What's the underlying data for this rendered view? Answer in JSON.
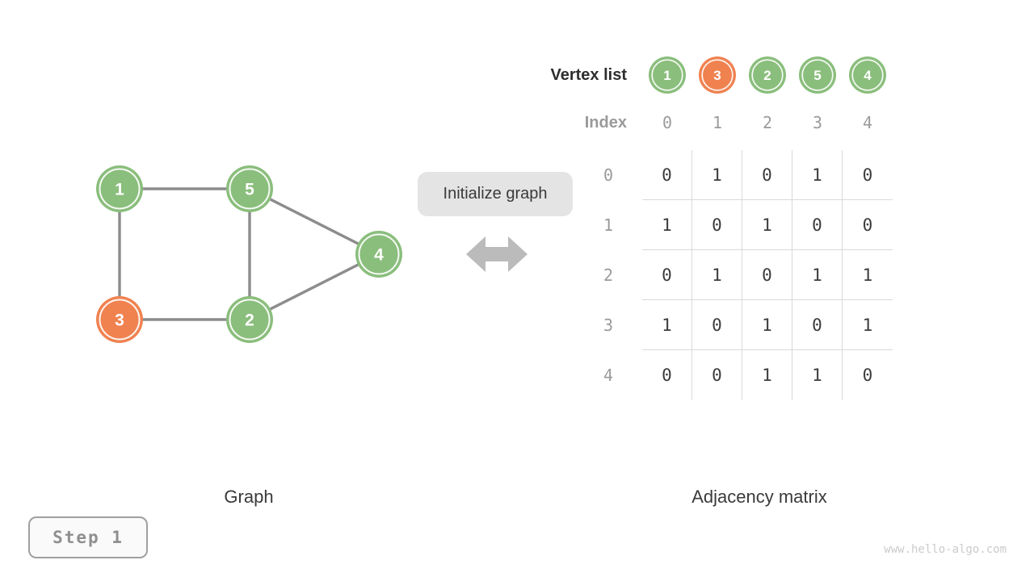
{
  "graph": {
    "caption": "Graph",
    "nodes": [
      {
        "label": "1",
        "fill": "#8abe7c"
      },
      {
        "label": "5",
        "fill": "#8abe7c"
      },
      {
        "label": "4",
        "fill": "#8abe7c"
      },
      {
        "label": "3",
        "fill": "#f08250"
      },
      {
        "label": "2",
        "fill": "#8abe7c"
      }
    ],
    "edges": [
      [
        "1",
        "5"
      ],
      [
        "1",
        "3"
      ],
      [
        "5",
        "2"
      ],
      [
        "5",
        "4"
      ],
      [
        "3",
        "2"
      ],
      [
        "2",
        "4"
      ]
    ]
  },
  "transform": {
    "label": "Initialize graph",
    "arrow_icon": "left-right-arrow"
  },
  "vertex_list": {
    "title": "Vertex list",
    "items": [
      {
        "label": "1",
        "fill": "#8abe7c"
      },
      {
        "label": "3",
        "fill": "#f08250"
      },
      {
        "label": "2",
        "fill": "#8abe7c"
      },
      {
        "label": "5",
        "fill": "#8abe7c"
      },
      {
        "label": "4",
        "fill": "#8abe7c"
      }
    ]
  },
  "index_row": {
    "title": "Index",
    "labels": [
      "0",
      "1",
      "2",
      "3",
      "4"
    ]
  },
  "matrix": {
    "caption": "Adjacency matrix",
    "row_labels": [
      "0",
      "1",
      "2",
      "3",
      "4"
    ],
    "rows": [
      [
        "0",
        "1",
        "0",
        "1",
        "0"
      ],
      [
        "1",
        "0",
        "1",
        "0",
        "0"
      ],
      [
        "0",
        "1",
        "0",
        "1",
        "1"
      ],
      [
        "1",
        "0",
        "1",
        "0",
        "1"
      ],
      [
        "0",
        "0",
        "1",
        "1",
        "0"
      ]
    ]
  },
  "step_badge": {
    "label": "Step 1"
  },
  "watermark": {
    "text": "www.hello-algo.com"
  },
  "colors": {
    "node_green": "#8abe7c",
    "node_orange": "#f08250",
    "edge_gray": "#8c8c8c",
    "grid_line": "#d9d9d9",
    "muted_label": "#9a9a9a",
    "dark_text": "#3c3c3c",
    "label_box_bg": "#e4e4e4",
    "arrow_gray": "#bbbbbb"
  }
}
